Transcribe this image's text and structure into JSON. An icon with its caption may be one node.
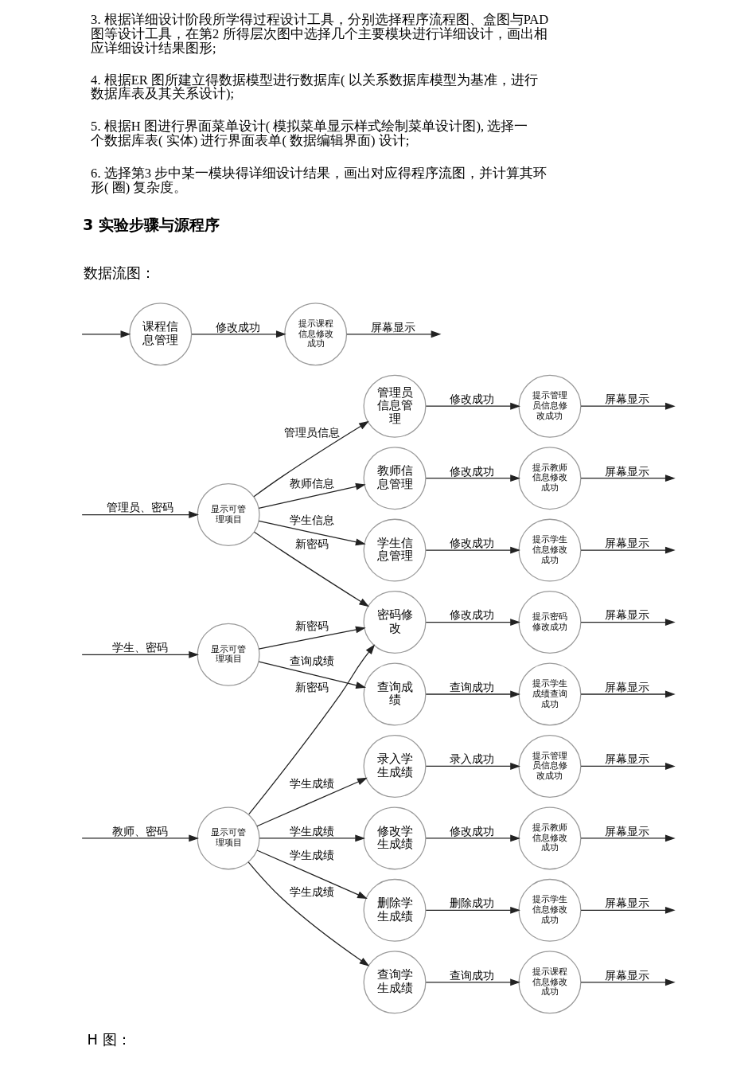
{
  "diagram": {
    "nodes": [
      {
        "text": [
          "显示可管理项目"
        ]
      },
      {
        "text": [
          "显示可管理项目"
        ]
      },
      {
        "text": [
          "显示可管理项目"
        ]
      },
      {
        "text": [
          "管理员信息管理"
        ]
      },
      {
        "text": [
          "教师信息管理"
        ]
      },
      {
        "text": [
          "学生信息管理"
        ]
      },
      {
        "text": [
          "课程信息管理"
        ]
      },
      {
        "text": [
          "密码修改"
        ]
      },
      {
        "text": [
          "查询成绩"
        ]
      },
      {
        "text": [
          "录入学生成绩"
        ]
      },
      {
        "text": [
          "修改学生成绩"
        ]
      },
      {
        "text": [
          "删除学生成绩"
        ]
      },
      {
        "text": [
          "查询学生成绩"
        ]
      },
      {
        "text": [
          "提示管理员信息修改成功"
        ]
      },
      {
        "text": [
          "提示教师信息修改成功"
        ]
      },
      {
        "text": [
          "提示学生信息修改成功"
        ]
      },
      {
        "text": [
          "提示课程信息修改成功"
        ]
      },
      {
        "text": [
          "提示密码修改成功"
        ]
      },
      {
        "text": [
          "提示学生成绩查询成功"
        ]
      },
      {
        "text": [
          "提示管理员信息修改成功"
        ]
      },
      {
        "text": [
          "提示教师信息修改成功"
        ]
      },
      {
        "text": [
          "提示学生信息修改成功"
        ]
      },
      {
        "text": [
          "提示课程信息修改成功"
        ]
      }
    ],
    "edges": [
      {
        "from": null,
        "to": 0,
        "arrow": "to",
        "label": "管理员、密码"
      },
      {
        "from": null,
        "to": 1,
        "arrow": "to",
        "label": "学生、密码"
      },
      {
        "from": null,
        "to": 2,
        "arrow": "to",
        "label": "教师、密码"
      },
      {
        "from": 0,
        "to": 3,
        "arrow": "to",
        "label": "管理员信息"
      },
      {
        "from": 0,
        "to": 4,
        "arrow": "to",
        "label": "教师信息"
      },
      {
        "from": 0,
        "to": 5,
        "arrow": "to",
        "label": "学生信息"
      },
      {
        "from": 0,
        "to": 7,
        "arrow": "to",
        "label": "新密码"
      },
      {
        "from": null,
        "to": 6,
        "arrow": "to"
      },
      {
        "from": 1,
        "to": 7,
        "arrow": "to",
        "label": "新密码"
      },
      {
        "from": 1,
        "to": 8,
        "arrow": "to",
        "label": "查询成绩"
      },
      {
        "from": 2,
        "to": 7,
        "arrow": "to",
        "label": "新密码"
      },
      {
        "from": 2,
        "to": 9,
        "arrow": "to",
        "label": "学生成绩"
      },
      {
        "from": 2,
        "to": 10,
        "arrow": "to",
        "label": "学生成绩"
      },
      {
        "from": 2,
        "to": 11,
        "arrow": "to",
        "label": "学生成绩"
      },
      {
        "from": 2,
        "to": 12,
        "arrow": "to",
        "label": "学生成绩"
      },
      {
        "from": 3,
        "to": 13,
        "arrow": "to",
        "label": "修改成功"
      },
      {
        "from": 4,
        "to": 14,
        "arrow": "to",
        "label": "修改成功"
      },
      {
        "from": 5,
        "to": 15,
        "arrow": "to",
        "label": "修改成功"
      },
      {
        "from": 6,
        "to": 16,
        "arrow": "to",
        "label": "修改成功"
      },
      {
        "from": 7,
        "to": 17,
        "arrow": "to",
        "label": "修改成功"
      },
      {
        "from": 8,
        "to": 18,
        "arrow": "to",
        "label": "查询成功"
      },
      {
        "from": 9,
        "to": 19,
        "arrow": "to",
        "label": "录入成功"
      },
      {
        "from": 10,
        "to": 20,
        "arrow": "to",
        "label": "修改成功"
      },
      {
        "from": 11,
        "to": 21,
        "arrow": "to",
        "label": "删除成功"
      },
      {
        "from": 12,
        "to": 22,
        "arrow": "to",
        "label": "查询成功"
      },
      {
        "from": 13,
        "to": null,
        "arrow": "to",
        "label": "屏幕显示"
      },
      {
        "from": 14,
        "to": null,
        "arrow": "to",
        "label": "屏幕显示"
      },
      {
        "from": 15,
        "to": null,
        "arrow": "to",
        "label": "屏幕显示"
      },
      {
        "from": 16,
        "to": null,
        "arrow": "to",
        "label": "屏幕显示"
      },
      {
        "from": 17,
        "to": null,
        "arrow": "to",
        "label": "屏幕显示"
      },
      {
        "from": 18,
        "to": null,
        "arrow": "to",
        "label": "屏幕显示"
      },
      {
        "from": 19,
        "to": null,
        "arrow": "to",
        "label": "屏幕显示"
      },
      {
        "from": 20,
        "to": null,
        "arrow": "to",
        "label": "屏幕显示"
      },
      {
        "from": 21,
        "to": null,
        "arrow": "to",
        "label": "屏幕显示"
      },
      {
        "from": 22,
        "to": null,
        "arrow": "to",
        "label": "屏幕显示"
      }
    ],
    "labels": [
      "3. 根据详细设计阶段所学得过程设计工具，分别选择程序流程图、盒图与PAD图等设计工具，在第2 所得层次图中选择几个主要模块进行详细设计，画出相应详细设计结果图形;",
      "4. 根据ER 图所建立得数据模型进行数据库( 以关系数据库模型为基准，进行数据库表及其关系设计);",
      "5. 根据H 图进行界面菜单设计( 模拟菜单显示样式绘制菜单设计图), 选择一个数据库表( 实体) 进行界面表单( 数据编辑界面) 设计;",
      "6. 选择第3 步中某一模块得详细设计结果，画出对应得程序流图，并计算其环形( 圈) 复杂度。",
      "3 实验步骤与源程序",
      "数据流图：",
      "H 图："
    ]
  }
}
